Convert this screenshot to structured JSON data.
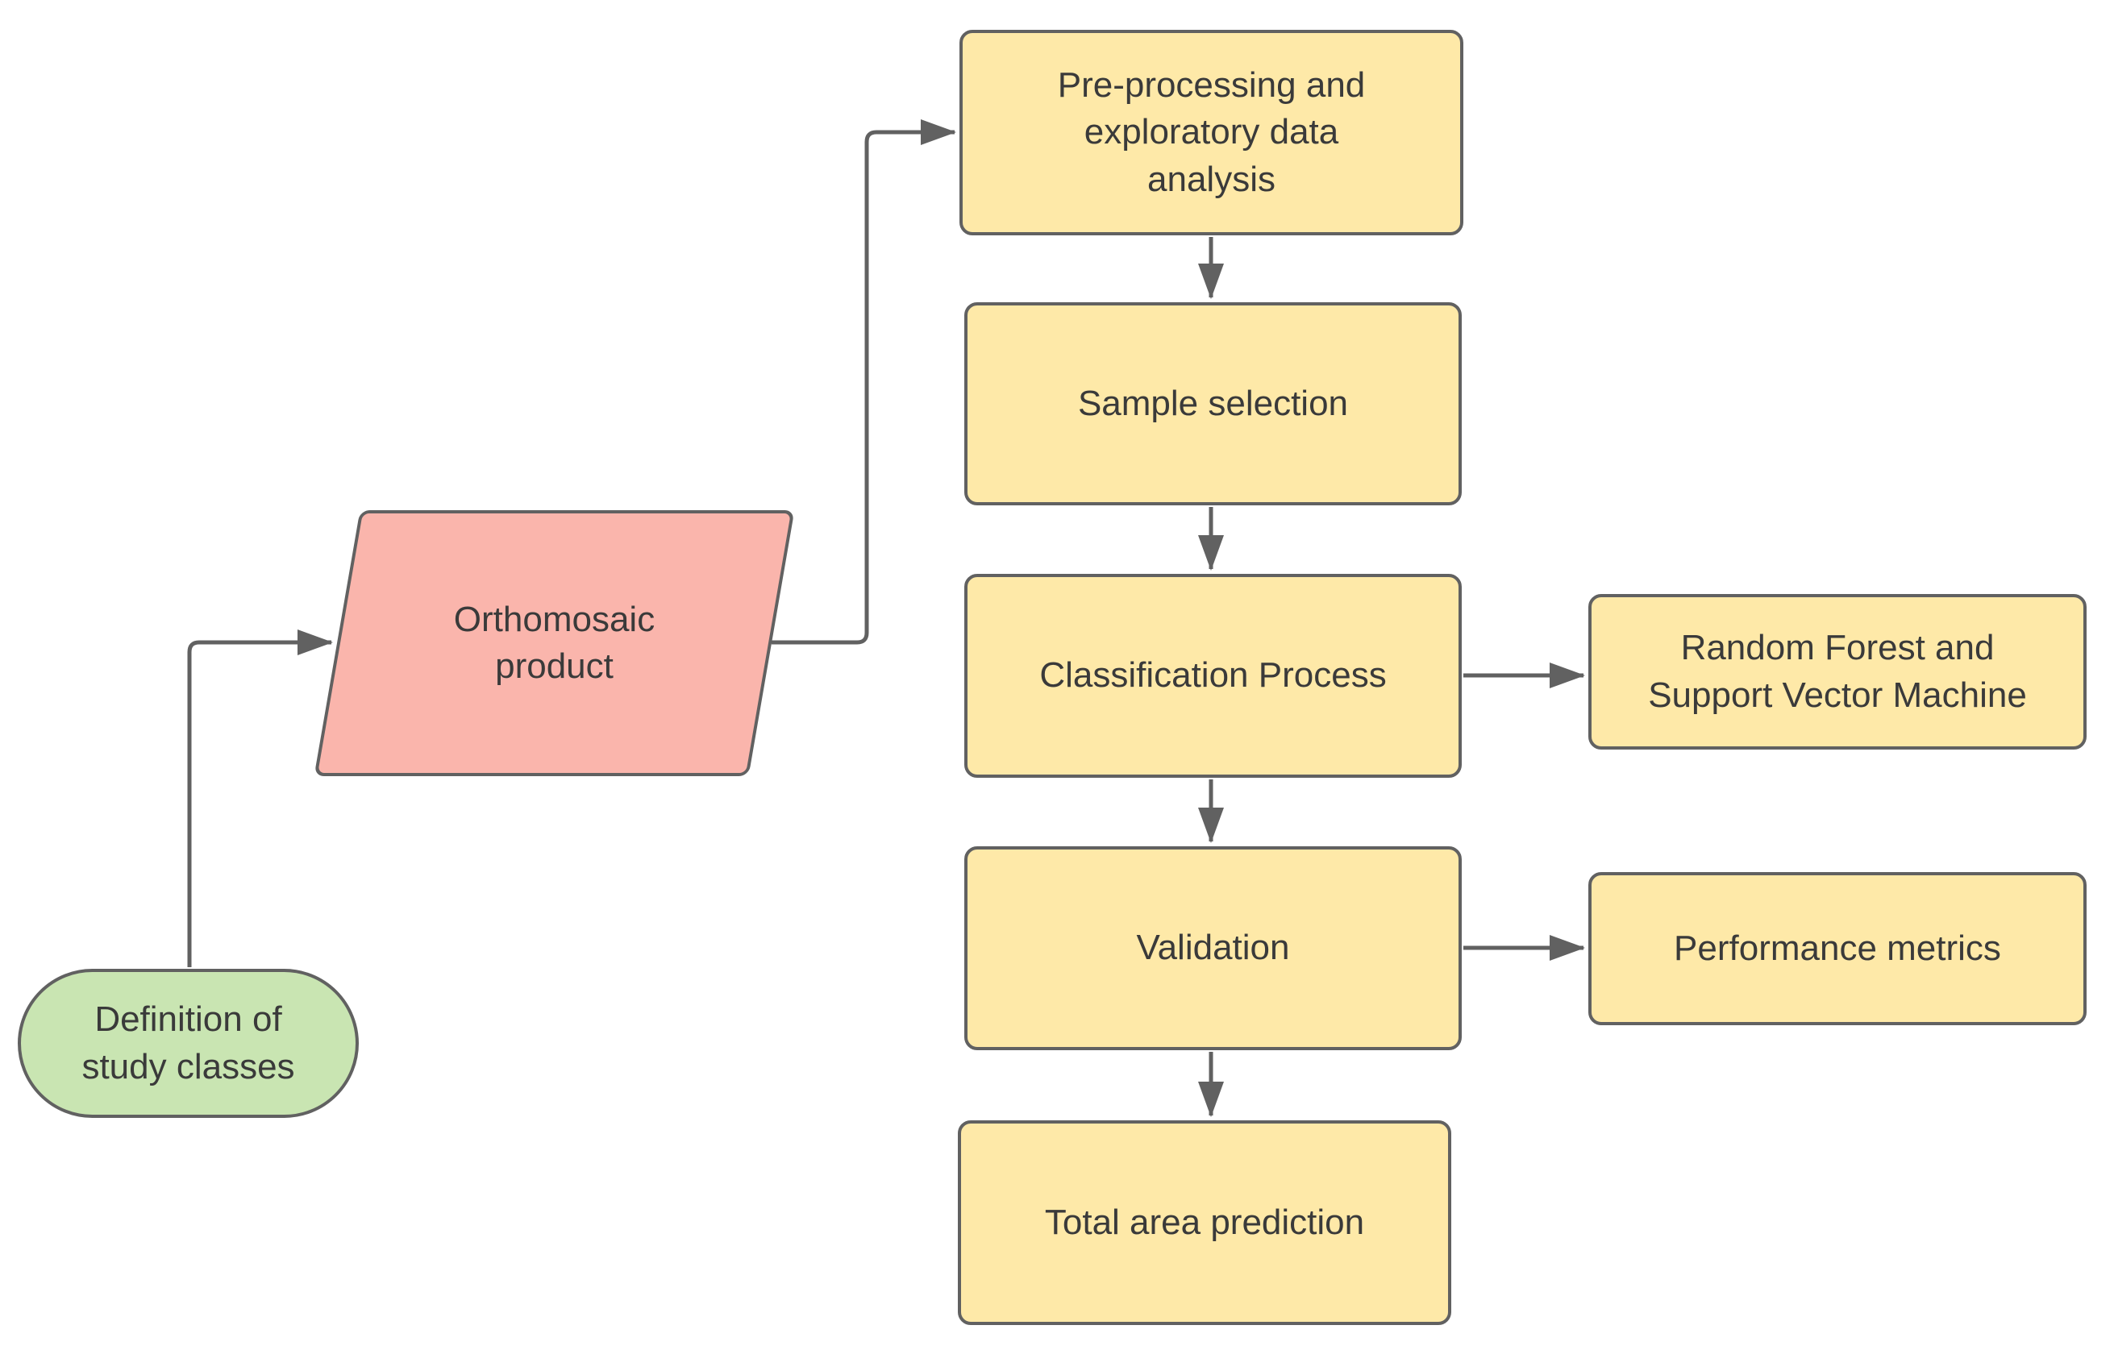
{
  "diagram": {
    "type": "flowchart",
    "nodes": {
      "start": {
        "label": "Definition of study classes",
        "shape": "stadium"
      },
      "orthomosaic": {
        "label": "Orthomosaic product",
        "shape": "parallelogram"
      },
      "preprocessing": {
        "label": "Pre-processing and exploratory data analysis",
        "shape": "process"
      },
      "sample_selection": {
        "label": "Sample selection",
        "shape": "process"
      },
      "classification": {
        "label": "Classification Process",
        "shape": "process"
      },
      "validation": {
        "label": "Validation",
        "shape": "process"
      },
      "total_area": {
        "label": "Total area prediction",
        "shape": "process"
      },
      "rf_svm": {
        "label": "Random Forest and Support Vector Machine",
        "shape": "process"
      },
      "performance": {
        "label": "Performance metrics",
        "shape": "process"
      }
    },
    "edges": [
      {
        "from": "start",
        "to": "orthomosaic"
      },
      {
        "from": "orthomosaic",
        "to": "preprocessing"
      },
      {
        "from": "preprocessing",
        "to": "sample_selection"
      },
      {
        "from": "sample_selection",
        "to": "classification"
      },
      {
        "from": "classification",
        "to": "validation"
      },
      {
        "from": "classification",
        "to": "rf_svm"
      },
      {
        "from": "validation",
        "to": "total_area"
      },
      {
        "from": "validation",
        "to": "performance"
      }
    ],
    "colors": {
      "process_fill": "#FEE9A8",
      "input_fill": "#FAB5AC",
      "terminator_fill": "#C9E5B2",
      "stroke": "#616161",
      "text": "#3A3A3A",
      "background": "#FFFFFF"
    }
  }
}
